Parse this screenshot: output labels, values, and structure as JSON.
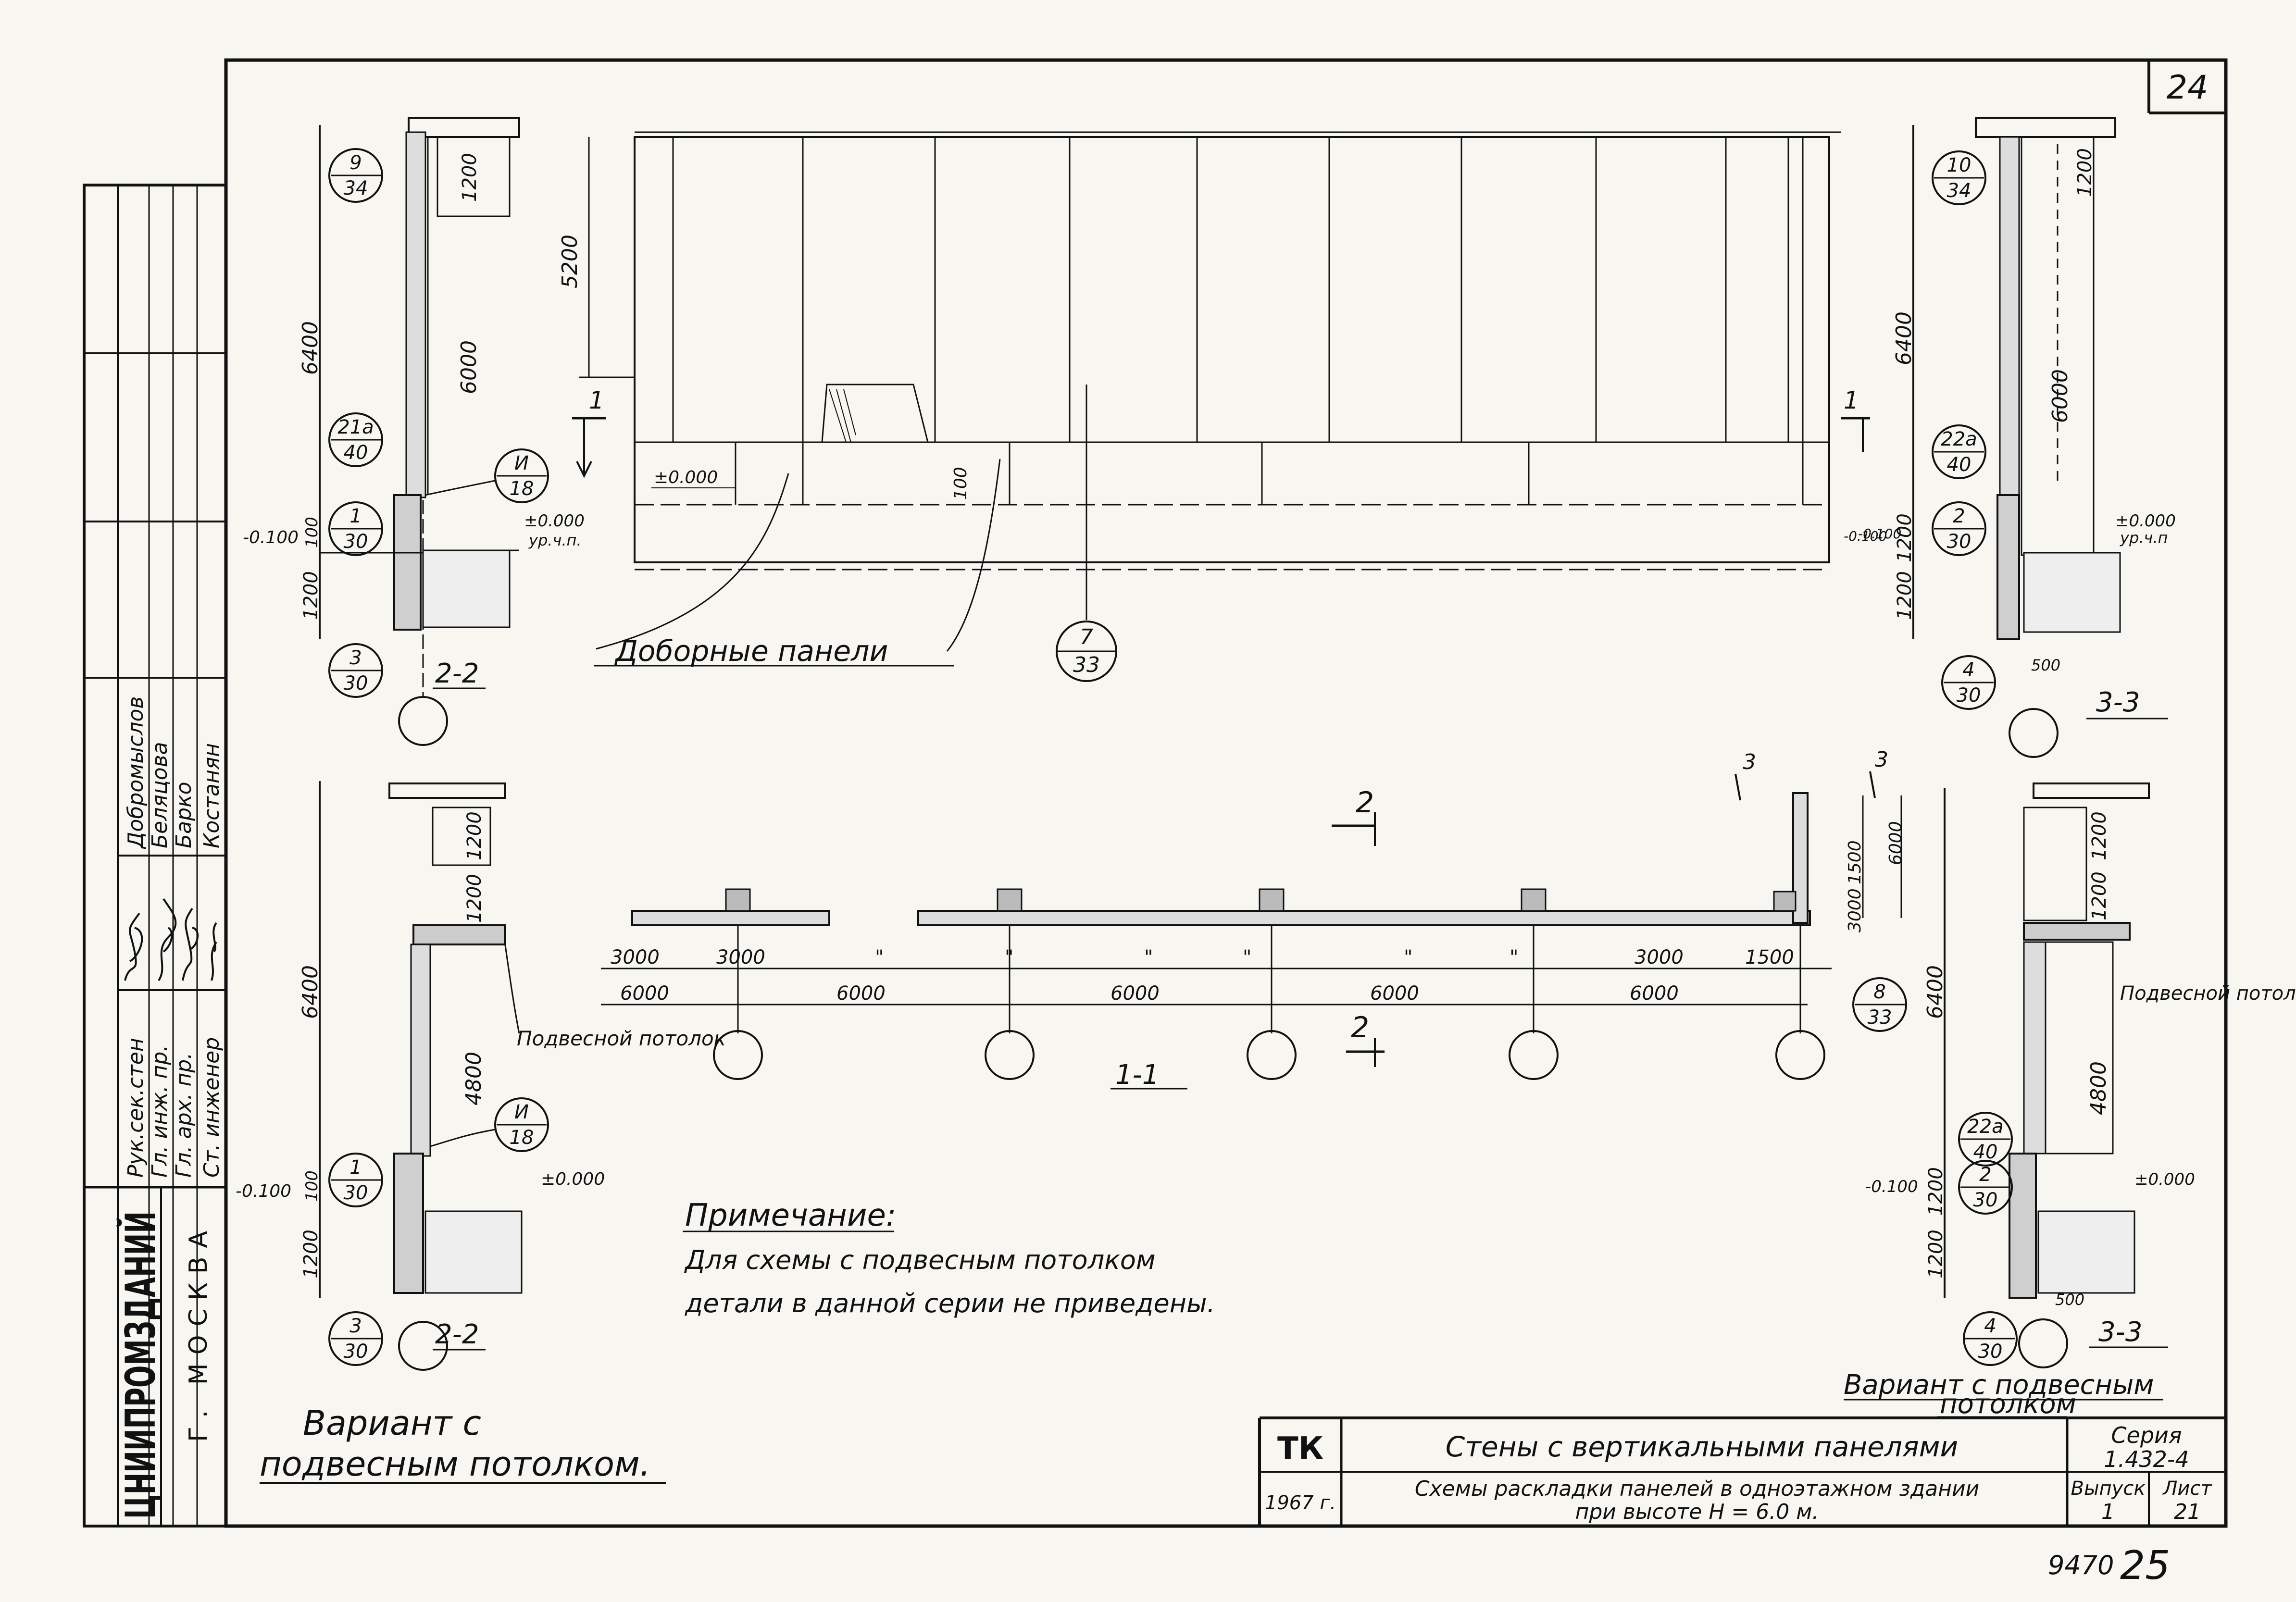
{
  "sheet": {
    "page_number": "24",
    "bottom_number": "25",
    "inventory_number": "9470"
  },
  "organization": {
    "name": "ЦНИИПРОМЗДАНИЙ",
    "city": "Г. МОСКВА",
    "roles": [
      "Рук.сек.стен",
      "Гл. инж. пр.",
      "Гл. арх. пр.",
      "Ст. инженер"
    ],
    "names": [
      "Добромыслов",
      "Беляцова",
      "Барко",
      "Костанян"
    ]
  },
  "title_block": {
    "tk": "ТК",
    "year": "1967 г.",
    "title": "Стены с вертикальными панелями",
    "subtitle_line1": "Схемы раскладки панелей в одноэтажном здании",
    "subtitle_line2": "при высоте  Н = 6.0 м.",
    "seria_label": "Серия",
    "seria_value": "1.432-4",
    "vypusk_label": "Выпуск",
    "vypusk_value": "1",
    "list_label": "Лист",
    "list_value": "21"
  },
  "elevation": {
    "dim_height": "5200",
    "level_zero": "±0.000",
    "dim_100": "100",
    "cut_mark": "1",
    "level_minus": "-0.100",
    "note_dobornye": "Доборные панели",
    "callout": {
      "top": "7",
      "bottom": "33"
    }
  },
  "section_2_2_top": {
    "label": "2-2",
    "dim_6400": "6400",
    "dim_6000": "6000",
    "dim_1200_top": "1200",
    "dim_1200_bot": "1200",
    "dim_100": "100",
    "level_minus": "-0.100",
    "level_zero": "±0.000",
    "level_sub": "ур.ч.п.",
    "callout_9": {
      "top": "9",
      "bottom": "34"
    },
    "callout_21a": {
      "top": "21а",
      "bottom": "40"
    },
    "callout_1": {
      "top": "1",
      "bottom": "30"
    },
    "callout_3": {
      "top": "3",
      "bottom": "30"
    },
    "callout_I": {
      "top": "И",
      "bottom": "18"
    }
  },
  "section_3_3_top": {
    "label": "3-3",
    "dim_6400": "6400",
    "dim_6000": "6000",
    "dim_1200_a": "1200",
    "dim_1200_b": "1200",
    "dim_1200_c": "1200",
    "dim_500": "500",
    "level_minus": "-0.100",
    "level_zero": "±0.000",
    "level_sub": "ур.ч.п",
    "callout_10": {
      "top": "10",
      "bottom": "34"
    },
    "callout_22a": {
      "top": "22а",
      "bottom": "40"
    },
    "callout_2": {
      "top": "2",
      "bottom": "30"
    },
    "callout_4": {
      "top": "4",
      "bottom": "30"
    }
  },
  "plan": {
    "label": "1-1",
    "cut2": "2",
    "cut3": "3",
    "row1": [
      "3000",
      "3000",
      "\"",
      "\"",
      "\"",
      "\"",
      "\"",
      "\"",
      "3000",
      "1500"
    ],
    "row2": [
      "6000",
      "6000",
      "6000",
      "6000",
      "6000"
    ],
    "vert_dims": [
      "3000",
      "1500",
      "6000"
    ],
    "callout_8": {
      "top": "8",
      "bottom": "33"
    }
  },
  "section_2_2_bottom": {
    "label": "2-2",
    "dim_6400": "6400",
    "dim_4800": "4800",
    "dim_1200_a": "1200",
    "dim_1200_b": "1200",
    "dim_1200_c": "1200",
    "dim_100": "100",
    "level_minus": "-0.100",
    "level_zero": "±0.000",
    "note_ceiling": "Подвесной потолок",
    "callout_I": {
      "top": "И",
      "bottom": "18"
    },
    "callout_1": {
      "top": "1",
      "bottom": "30"
    },
    "callout_3": {
      "top": "3",
      "bottom": "30"
    }
  },
  "section_3_3_bottom": {
    "label": "3-3",
    "dim_6400": "6400",
    "dim_4800": "4800",
    "dim_1200_a": "1200",
    "dim_1200_b": "1200",
    "dim_1200_c": "1200",
    "dim_1200_d": "1200",
    "dim_500": "500",
    "level_minus": "-0.100",
    "level_zero": "±0.000",
    "note_ceiling": "Подвесной потолок",
    "callout_22a": {
      "top": "22а",
      "bottom": "40"
    },
    "callout_2": {
      "top": "2",
      "bottom": "30"
    },
    "callout_4": {
      "top": "4",
      "bottom": "30"
    }
  },
  "notes": {
    "heading": "Примечание:",
    "line1": "Для схемы с подвесным потолком",
    "line2": "детали в данной серии не приведены.",
    "variant_left_1": "Вариант с",
    "variant_left_2": "подвесным потолком.",
    "variant_right_1": "Вариант с подвесным",
    "variant_right_2": "потолком"
  }
}
